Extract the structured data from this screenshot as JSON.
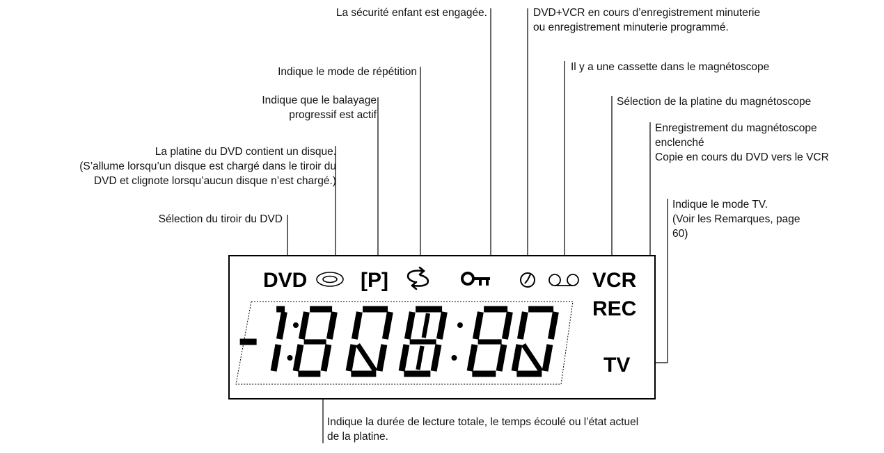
{
  "panel": {
    "indicators": {
      "dvd": "DVD",
      "progressive": "[P]",
      "vcr": "VCR",
      "rec": "REC",
      "tv": "TV"
    },
    "icons": [
      "disc-icon",
      "repeat-icon",
      "key-icon",
      "clock-icon",
      "cassette-icon"
    ],
    "digit_display": "segment-digits"
  },
  "labels": {
    "child_lock": "La sécurité enfant est engagée.",
    "timer": "DVD+VCR en cours d’enregistrement minuterie\nou enregistrement minuterie programmé.",
    "cassette": "Il y a une cassette dans le magnétoscope",
    "repeat": "Indique le mode de répétition",
    "progressive": "Indique que le balayage\nprogressif est actif",
    "vcr_deck": "Sélection de la platine du magnétoscope",
    "vcr_recording": "Enregistrement du magnétoscope\nenclenché\nCopie en cours du DVD vers le VCR",
    "disc_loaded": "La platine du DVD contient un disque.\n(S’allume lorsqu’un disque est chargé dans le tiroir du\nDVD et clignote lorsqu’aucun disque n’est chargé.)",
    "tv_mode": "Indique le mode TV.\n(Voir les Remarques, page\n60)",
    "dvd_deck": "Sélection du tiroir du DVD",
    "display": "Indique la durée de lecture totale, le temps écoulé ou l’état actuel\nde la platine."
  }
}
